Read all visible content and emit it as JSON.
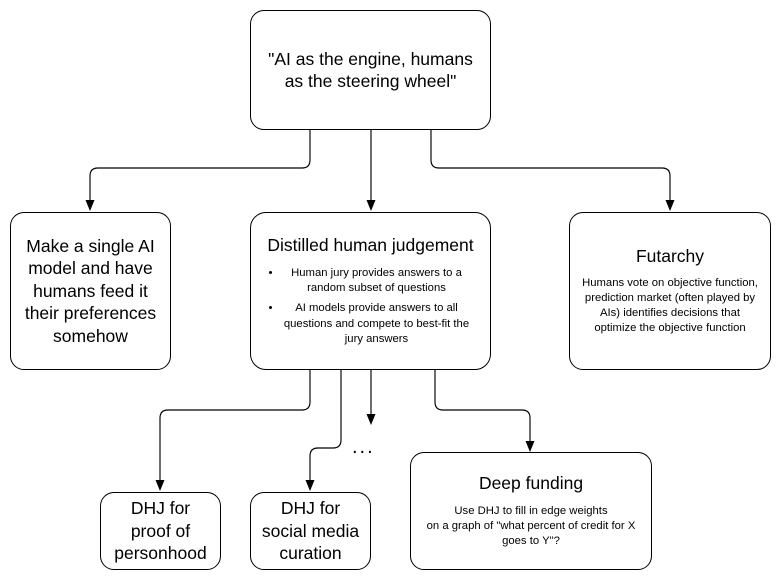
{
  "diagram": {
    "title": "AI as the engine, humans as the steering wheel",
    "ellipsis": "...",
    "colors": {
      "background": "#ffffff",
      "stroke": "#000000",
      "text": "#000000"
    },
    "nodes": {
      "root": {
        "text": "\"AI as the engine, humans\nas the steering wheel\""
      },
      "single_model": {
        "text": "Make a single AI\nmodel and have\nhumans feed it\ntheir preferences\nsomehow"
      },
      "distilled_human_judgement": {
        "heading": "Distilled human judgement",
        "bullets": [
          "Human jury provides answers to a random subset of questions",
          "AI models provide answers to all questions and compete to best-fit the jury answers"
        ]
      },
      "futarchy": {
        "heading": "Futarchy",
        "body": "Humans vote on objective function, prediction market (often played by AIs) identifies decisions that optimize the objective function"
      },
      "dhj_proof_of_personhood": {
        "text": "DHJ for\nproof of\npersonhood"
      },
      "dhj_social_media_curation": {
        "text": "DHJ for\nsocial media\ncuration"
      },
      "deep_funding": {
        "heading": "Deep funding",
        "body": "Use DHJ to fill in edge weights\non a graph of \"what percent of credit for X\ngoes to Y\"?"
      }
    },
    "edges": [
      {
        "from": "root",
        "to": "single_model"
      },
      {
        "from": "root",
        "to": "distilled_human_judgement"
      },
      {
        "from": "root",
        "to": "futarchy"
      },
      {
        "from": "distilled_human_judgement",
        "to": "dhj_proof_of_personhood"
      },
      {
        "from": "distilled_human_judgement",
        "to": "dhj_social_media_curation"
      },
      {
        "from": "distilled_human_judgement",
        "to": "ellipsis"
      },
      {
        "from": "distilled_human_judgement",
        "to": "deep_funding"
      }
    ]
  }
}
